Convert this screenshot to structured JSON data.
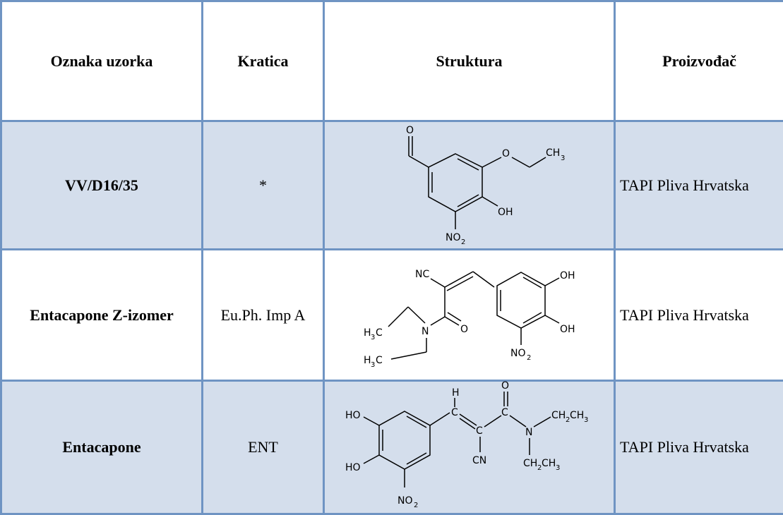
{
  "headers": {
    "sample": "Oznaka uzorka",
    "abbr": "Kratica",
    "structure": "Struktura",
    "maker": "Proizvođač"
  },
  "rows": [
    {
      "sample": "VV/D16/35",
      "abbr": "*",
      "maker": "TAPI Pliva Hrvatska",
      "structure": {
        "O": "O",
        "OH": "OH",
        "NO": "NO",
        "sub2": "2",
        "CH": "CH",
        "sub3": "3"
      }
    },
    {
      "sample": "Entacapone Z-izomer",
      "abbr": "Eu.Ph. Imp A",
      "maker": "TAPI Pliva Hrvatska",
      "structure": {
        "NC": "NC",
        "OH1": "OH",
        "OH2": "OH",
        "NO": "NO",
        "sub2": "2",
        "N": "N",
        "O": "O",
        "H": "H",
        "C": "C",
        "sub3": "3"
      }
    },
    {
      "sample": "Entacapone",
      "abbr": "ENT",
      "maker": "TAPI Pliva Hrvatska",
      "structure": {
        "H": "H",
        "O": "O",
        "HO1": "HO",
        "HO2": "HO",
        "C": "C",
        "N": "N",
        "CN": "CN",
        "NO": "NO",
        "sub2": "2",
        "sub3": "3",
        "CH": "CH"
      }
    }
  ]
}
